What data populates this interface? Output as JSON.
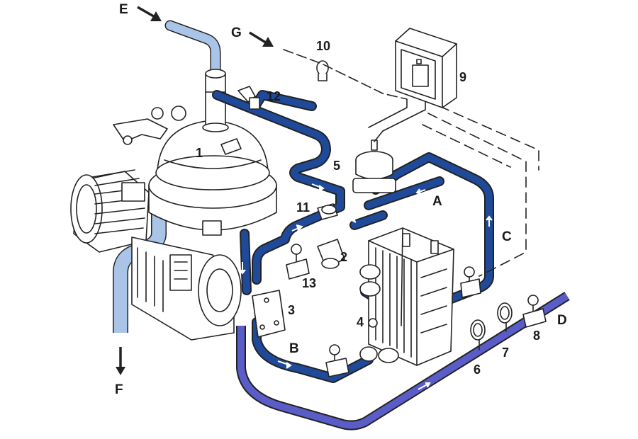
{
  "labels": {
    "E": "E",
    "G": "G",
    "F": "F",
    "A": "A",
    "B": "B",
    "C": "C",
    "D": "D",
    "n1": "1",
    "n2": "2",
    "n3": "3",
    "n4": "4",
    "n5": "5",
    "n6": "6",
    "n7": "7",
    "n8": "8",
    "n9": "9",
    "n10": "10",
    "n11": "11",
    "n12": "12",
    "n13": "13"
  },
  "colors": {
    "pipe_dark": "#1f4a9a",
    "pipe_mid": "#3a6fc4",
    "pipe_light_blue": "#a9c4e6",
    "pipe_purple": "#5a5cc8",
    "outline": "#222222"
  }
}
